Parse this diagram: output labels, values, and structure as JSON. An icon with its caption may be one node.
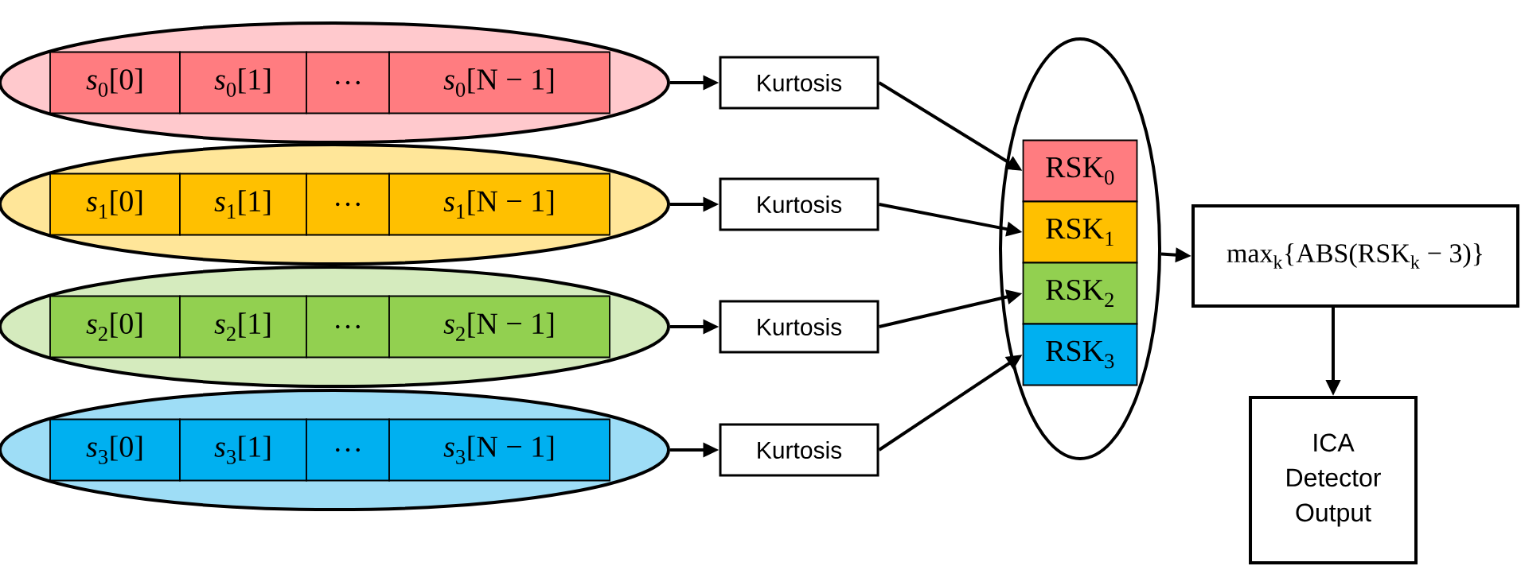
{
  "diagram": {
    "nodes": [
      {
        "text": [],
        "shape": "ellipse"
      },
      {
        "text": [
          "*s*$_{0}$[0]"
        ],
        "in": 0
      },
      {
        "text": [
          "*s*$_{0}$[1]"
        ],
        "in": 0
      },
      {
        "text": [
          "…"
        ],
        "in": 0
      },
      {
        "text": [
          "*s*$_{0}$[N − 1]"
        ],
        "in": 0
      },
      {
        "text": [],
        "shape": "ellipse"
      },
      {
        "text": [
          "*s*$_{1}$[0]"
        ],
        "in": 5
      },
      {
        "text": [
          "*s*$_{1}$[1]"
        ],
        "in": 5
      },
      {
        "text": [
          "…"
        ],
        "in": 5
      },
      {
        "text": [
          "*s*$_{1}$[N − 1]"
        ],
        "in": 5
      },
      {
        "text": [],
        "shape": "ellipse"
      },
      {
        "text": [
          "*s*$_{2}$[0]"
        ],
        "in": 10
      },
      {
        "text": [
          "*s*$_{2}$[1]"
        ],
        "in": 10
      },
      {
        "text": [
          "…"
        ],
        "in": 10
      },
      {
        "text": [
          "*s*$_{2}$[N − 1]"
        ],
        "in": 10
      },
      {
        "text": [],
        "shape": "ellipse"
      },
      {
        "text": [
          "*s*$_{3}$[0]"
        ],
        "in": 15
      },
      {
        "text": [
          "*s*$_{3}$[1]"
        ],
        "in": 15
      },
      {
        "text": [
          "…"
        ],
        "in": 15
      },
      {
        "text": [
          "*s*$_{3}$[N − 1]"
        ],
        "in": 15
      },
      {
        "text": [
          "Kurtosis"
        ]
      },
      {
        "text": [
          "Kurtosis"
        ]
      },
      {
        "text": [
          "Kurtosis"
        ]
      },
      {
        "text": [
          "Kurtosis"
        ]
      },
      {
        "text": [],
        "shape": "ellipse"
      },
      {
        "text": [
          "RSK$_{0}$"
        ],
        "in": 24
      },
      {
        "text": [
          "RSK$_{1}$"
        ],
        "in": 24
      },
      {
        "text": [
          "RSK$_{2}$"
        ],
        "in": 24
      },
      {
        "text": [
          "RSK$_{3}$"
        ],
        "in": 24
      },
      {
        "text": [
          "max$_{k}${ABS(RSK$_{k}$ − 3)}"
        ]
      },
      {
        "text": [
          "ICA Detector Output"
        ]
      }
    ],
    "edges": [
      {
        "from": 0,
        "to": 20,
        "arrow": "to"
      },
      {
        "from": 5,
        "to": 21,
        "arrow": "to"
      },
      {
        "from": 10,
        "to": 22,
        "arrow": "to"
      },
      {
        "from": 15,
        "to": 23,
        "arrow": "to"
      },
      {
        "from": 20,
        "to": 25,
        "arrow": "to"
      },
      {
        "from": 21,
        "to": 26,
        "arrow": "to"
      },
      {
        "from": 22,
        "to": 27,
        "arrow": "to"
      },
      {
        "from": 23,
        "to": 28,
        "arrow": "to"
      },
      {
        "from": 24,
        "to": 29,
        "arrow": "to"
      },
      {
        "from": 29,
        "to": 30,
        "arrow": "to"
      }
    ]
  }
}
